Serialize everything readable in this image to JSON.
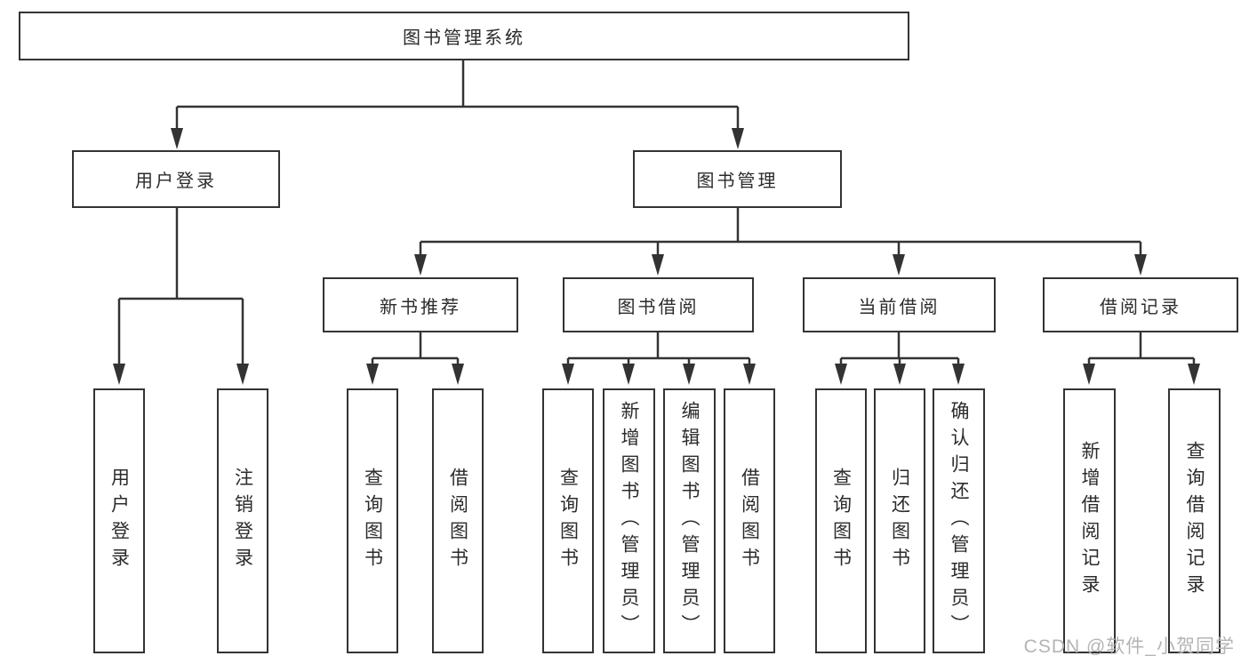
{
  "colors": {
    "line": "#333333",
    "text": "#2b2b2b",
    "box-bg": "#ffffff",
    "watermark": "#b4b4b4"
  },
  "watermark": {
    "text": "CSDN @软件_小贺同学"
  },
  "tree": {
    "root": {
      "label": "图书管理系统"
    },
    "branches": [
      {
        "label": "用户登录",
        "children": [
          {
            "label": "用户登录"
          },
          {
            "label": "注销登录"
          }
        ]
      },
      {
        "label": "图书管理",
        "children": [
          {
            "label": "新书推荐",
            "children": [
              {
                "label": "查询图书"
              },
              {
                "label": "借阅图书"
              }
            ]
          },
          {
            "label": "图书借阅",
            "children": [
              {
                "label": "查询图书"
              },
              {
                "label": "新增图书（管理员）"
              },
              {
                "label": "编辑图书（管理员）"
              },
              {
                "label": "借阅图书"
              }
            ]
          },
          {
            "label": "当前借阅",
            "children": [
              {
                "label": "查询图书"
              },
              {
                "label": "归还图书"
              },
              {
                "label": "确认归还（管理员）"
              }
            ]
          },
          {
            "label": "借阅记录",
            "children": [
              {
                "label": "新增借阅记录"
              },
              {
                "label": "查询借阅记录"
              }
            ]
          }
        ]
      }
    ]
  }
}
